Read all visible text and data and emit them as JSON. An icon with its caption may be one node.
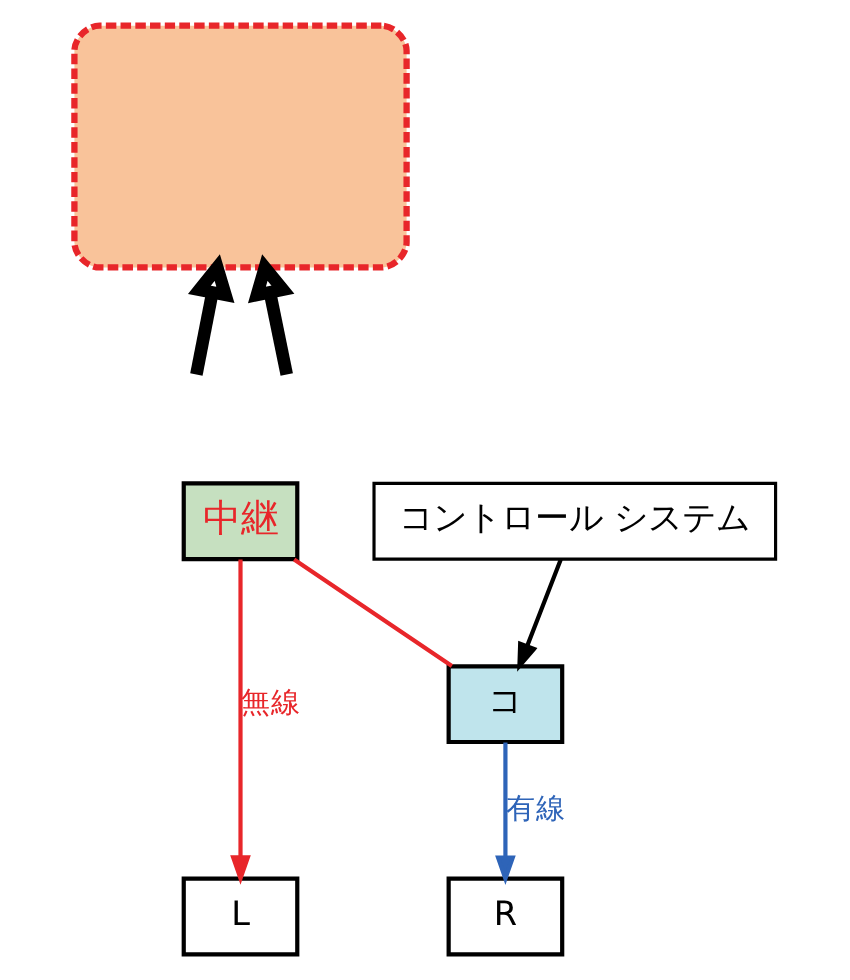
{
  "diagram": {
    "nodes": [
      {
        "text": [],
        "shape": "dome"
      },
      {
        "text": [
          "中継"
        ]
      },
      {
        "text": [
          "L"
        ]
      },
      {
        "text": [
          "コ"
        ]
      },
      {
        "text": [
          "R"
        ]
      },
      {
        "text": [
          "コントロール システム"
        ]
      }
    ],
    "edges": [
      {
        "from": null,
        "to": 0,
        "arrow": "to",
        "style": "thick"
      },
      {
        "from": null,
        "to": 0,
        "arrow": "to",
        "style": "thick"
      },
      {
        "from": 1,
        "to": 2,
        "arrow": "to",
        "label": "無線",
        "color": "#e8262a"
      },
      {
        "from": 1,
        "to": 3,
        "arrow": "none",
        "color": "#e8262a"
      },
      {
        "from": 3,
        "to": 4,
        "arrow": "to",
        "label": "有線",
        "color": "#2e64b8"
      },
      {
        "from": 5,
        "to": 3,
        "arrow": "to"
      }
    ]
  }
}
